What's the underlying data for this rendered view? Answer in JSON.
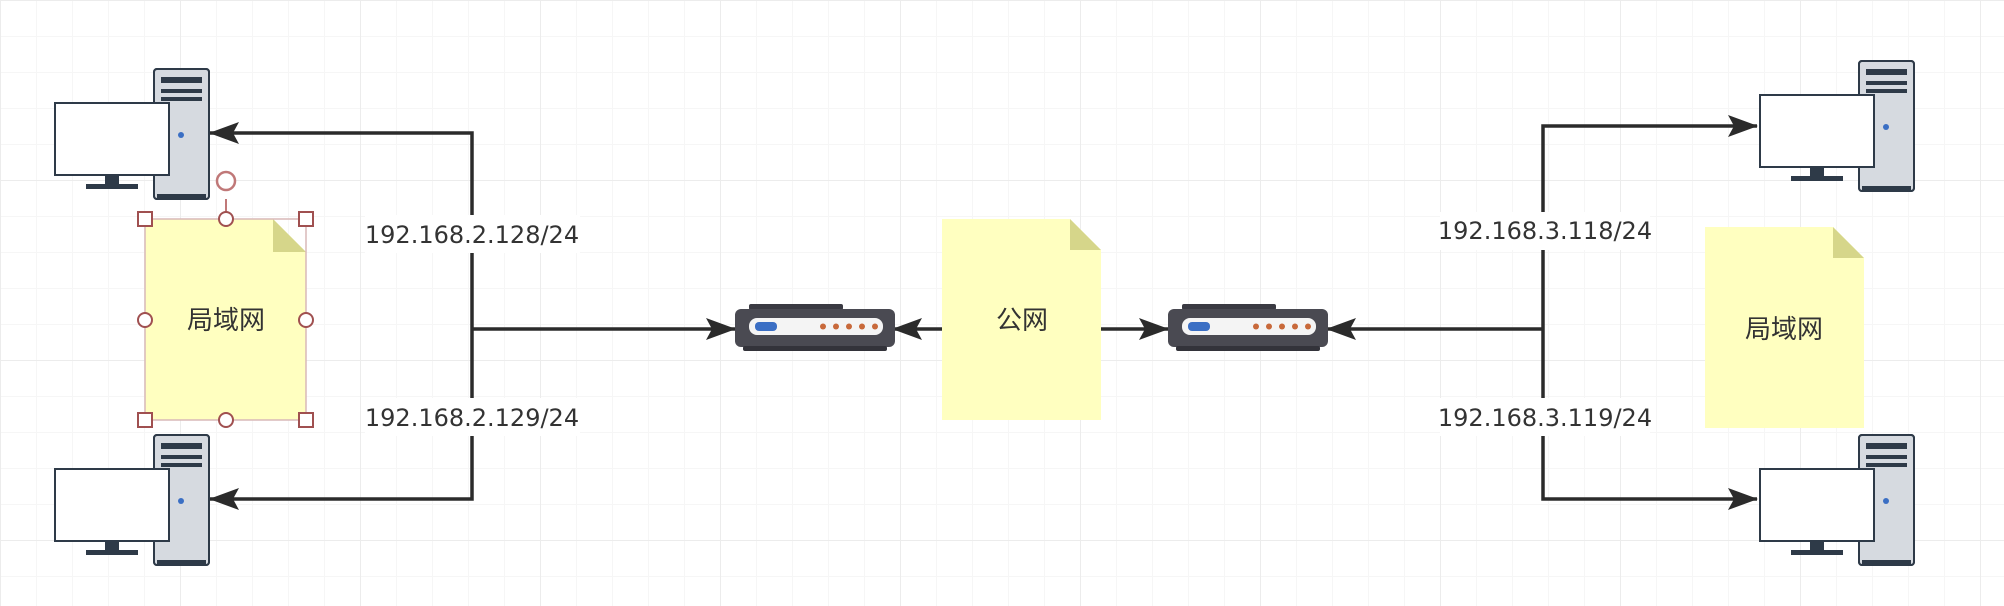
{
  "diagram": {
    "left_lan_note": "局域网",
    "public_net_note": "公网",
    "right_lan_note": "局域网",
    "ip_left_top": "192.168.2.128/24",
    "ip_left_bottom": "192.168.2.129/24",
    "ip_right_top": "192.168.3.118/24",
    "ip_right_bottom": "192.168.3.119/24"
  },
  "colors": {
    "note_fill": "#ffffc0",
    "note_fold": "#d6d68a",
    "line": "#2b2b2b",
    "router_body": "#4a4a52",
    "led": "#c8693a",
    "router_port": "#3b6fc4",
    "selection": "#a05050"
  }
}
